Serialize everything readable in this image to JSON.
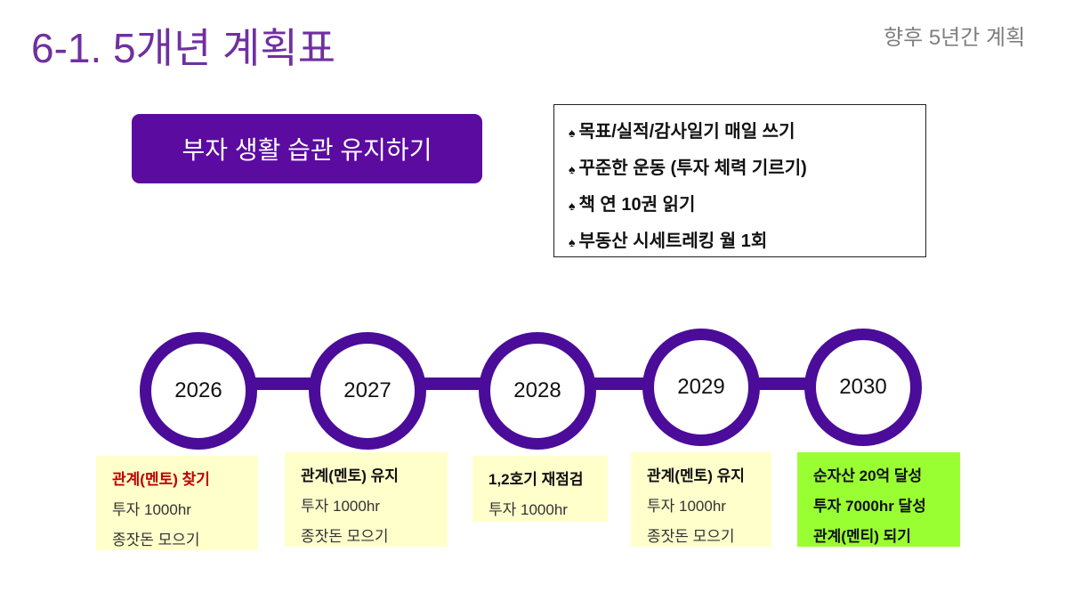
{
  "title": "6-1. 5개년 계획표",
  "subtitle": "향후 5년간 계획",
  "habit_button": "부자 생활 습관 유지하기",
  "goals": [
    "목표/실적/감사일기 매일 쓰기",
    "꾸준한 운동 (투자 체력 기르기)",
    "책 연 10권 읽기",
    "부동산 시세트레킹 월 1회"
  ],
  "bullet": "♠",
  "colors": {
    "purple": "#4b0c99",
    "title": "#7030a0",
    "note": "#ffffcc",
    "final": "#99ff33"
  },
  "timeline": [
    {
      "year": "2026",
      "lines": [
        "관계(멘토) 찾기",
        "투자 1000hr",
        "종잣돈 모으기"
      ]
    },
    {
      "year": "2027",
      "lines": [
        "관계(멘토) 유지",
        "투자 1000hr",
        "종잣돈 모으기"
      ]
    },
    {
      "year": "2028",
      "lines": [
        "1,2호기 재점검",
        "투자 1000hr"
      ]
    },
    {
      "year": "2029",
      "lines": [
        "관계(멘토) 유지",
        "투자 1000hr",
        "종잣돈 모으기"
      ]
    },
    {
      "year": "2030",
      "lines": [
        "순자산 20억 달성",
        "투자 7000hr 달성",
        "관계(멘티) 되기"
      ]
    }
  ]
}
